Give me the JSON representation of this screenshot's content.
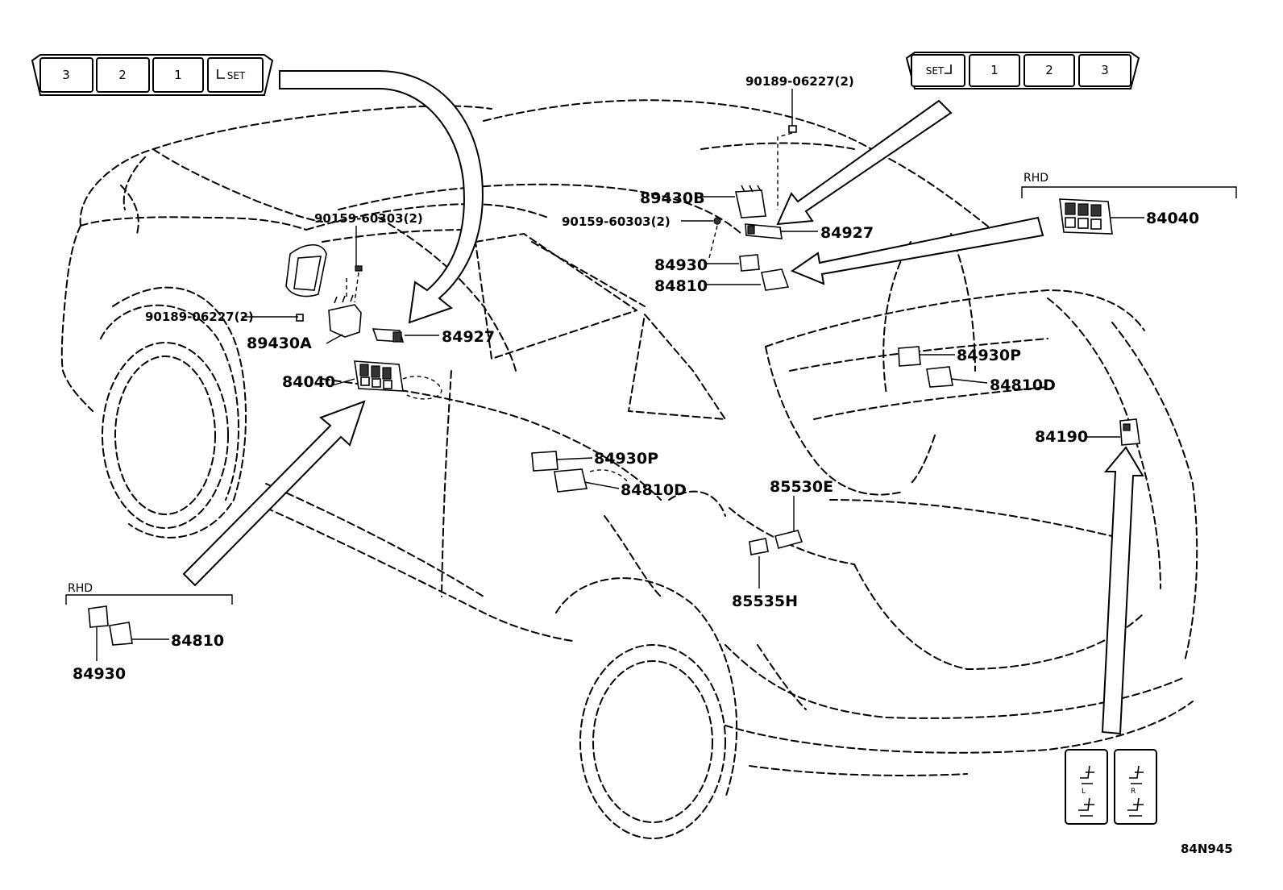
{
  "diagram": {
    "code": "84N945",
    "left_switch_panel": {
      "buttons": [
        "3",
        "2",
        "1",
        "SET"
      ]
    },
    "right_switch_panel": {
      "buttons": [
        "SET",
        "1",
        "2",
        "3"
      ]
    },
    "seat_switch_icons": {
      "left_letter": "L",
      "right_letter": "R"
    },
    "rhd_left": {
      "tag": "RHD",
      "parts": [
        "84930",
        "84810"
      ]
    },
    "rhd_right": {
      "tag": "RHD",
      "parts": [
        "84040"
      ]
    },
    "callouts": {
      "p90159_left": "90159-60303(2)",
      "p90189_left": "90189-06227(2)",
      "p89430A": "89430A",
      "p84927_left": "84927",
      "p84040_left": "84040",
      "p90189_right": "90189-06227(2)",
      "p89430B": "89430B",
      "p90159_right": "90159-60303(2)",
      "p84927_right": "84927",
      "p84930": "84930",
      "p84810": "84810",
      "p84930P_rear": "84930P",
      "p84810D_rear": "84810D",
      "p84930P_side": "84930P",
      "p84810D_side": "84810D",
      "p84190": "84190",
      "p85530E": "85530E",
      "p85535H": "85535H"
    }
  }
}
